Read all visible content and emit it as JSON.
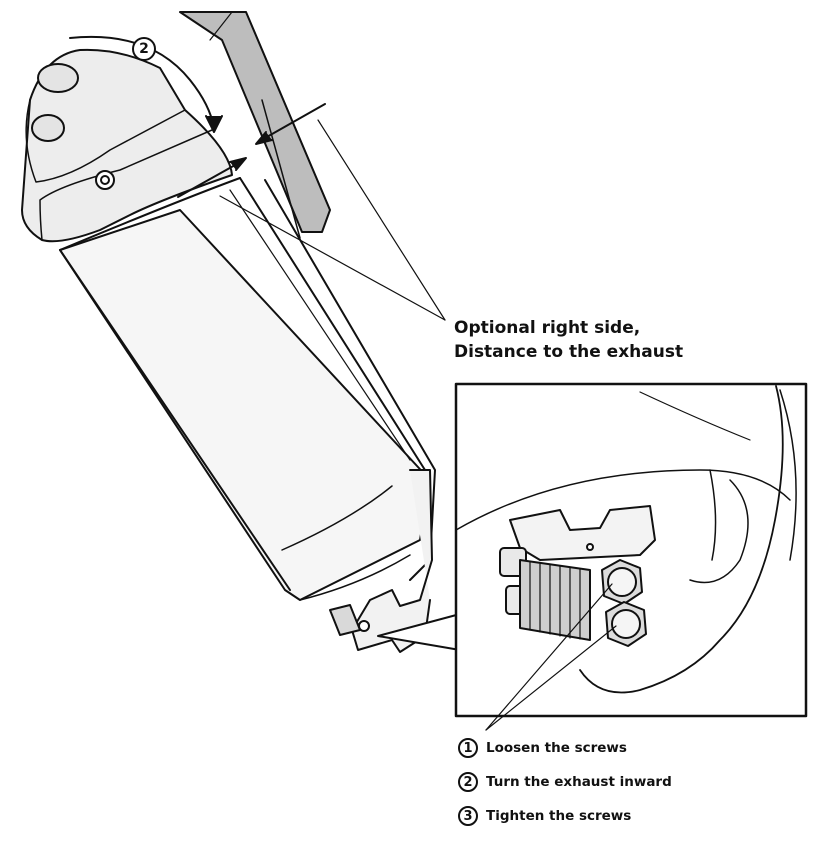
{
  "callout": {
    "line1": "Optional right side,",
    "line2": "Distance to the exhaust"
  },
  "marker_turn": "2",
  "legend": [
    {
      "num": "1",
      "label": "Loosen the screws"
    },
    {
      "num": "2",
      "label": "Turn the exhaust inward"
    },
    {
      "num": "3",
      "label": "Tighten the screws"
    }
  ]
}
